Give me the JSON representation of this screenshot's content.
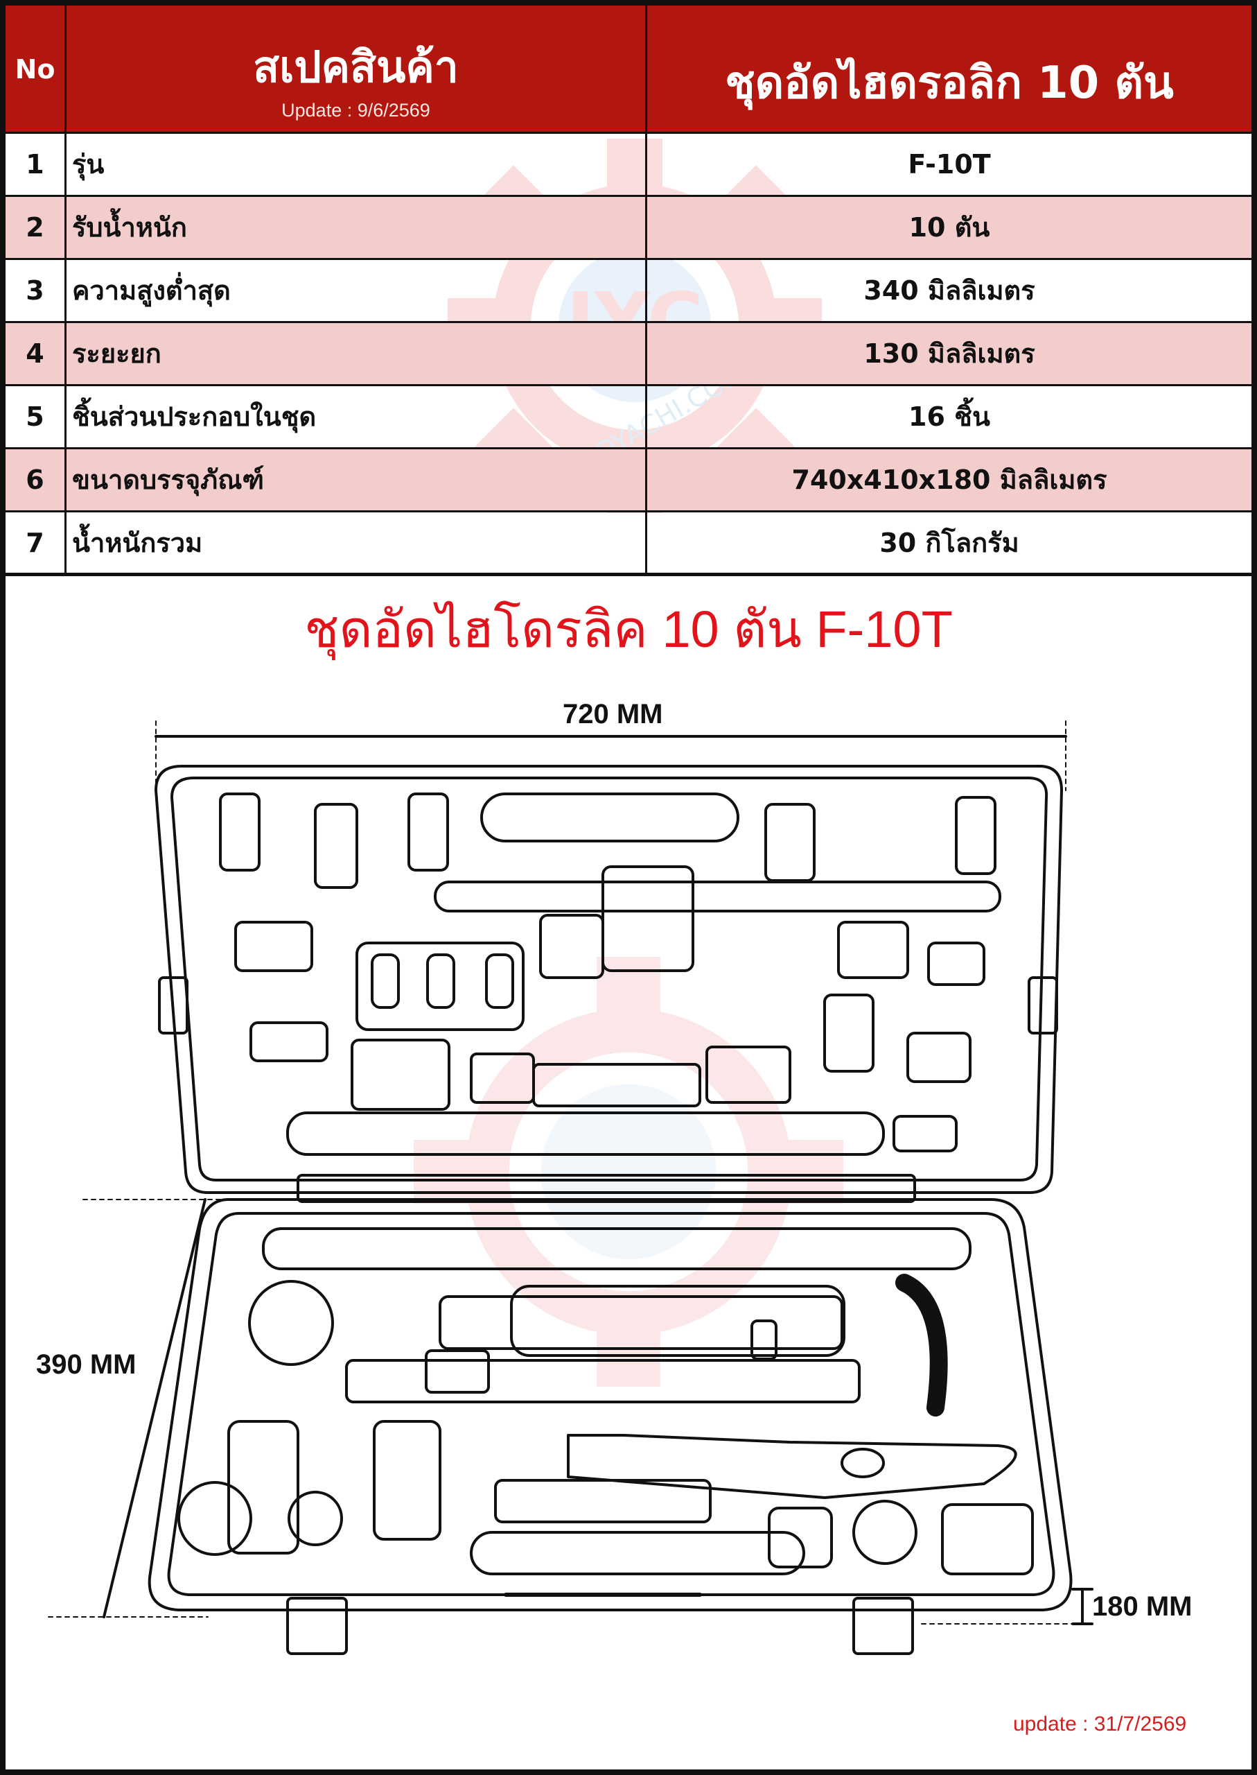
{
  "header": {
    "no_label": "No",
    "spec_label": "สเปคสินค้า",
    "update_label": "Update : 9/6/2569",
    "product_label": "ชุดอัดไฮดรอลิก 10 ตัน"
  },
  "rows": [
    {
      "no": "1",
      "spec": "รุ่น",
      "value": "F-10T"
    },
    {
      "no": "2",
      "spec": "รับน้ำหนัก",
      "value": "10 ตัน"
    },
    {
      "no": "3",
      "spec": "ความสูงต่ำสุด",
      "value": "340 มิลลิเมตร"
    },
    {
      "no": "4",
      "spec": "ระยะยก",
      "value": "130 มิลลิเมตร"
    },
    {
      "no": "5",
      "spec": "ชิ้นส่วนประกอบในชุด",
      "value": "16 ชิ้น"
    },
    {
      "no": "6",
      "spec": "ขนาดบรรจุภัณฑ์",
      "value": "740x410x180 มิลลิเมตร"
    },
    {
      "no": "7",
      "spec": "น้ำหนักรวม",
      "value": "30 กิโลกรัม"
    }
  ],
  "diagram": {
    "title": "ชุดอัดไฮโดรลิค 10 ตัน  F-10T",
    "width_label": "720 MM",
    "depth_label": "390 MM",
    "height_label": "180 MM",
    "update_note": "update : 31/7/2569",
    "watermark_text": "WWW.JOYACHI.COM",
    "watermark_logo_text": "JYC"
  },
  "colors": {
    "header_red": "#b2170f",
    "row_alt_pink": "#f3cccc",
    "title_red": "#e0141a",
    "watermark_red": "#e8464b",
    "watermark_blue": "#5aa0d8"
  }
}
